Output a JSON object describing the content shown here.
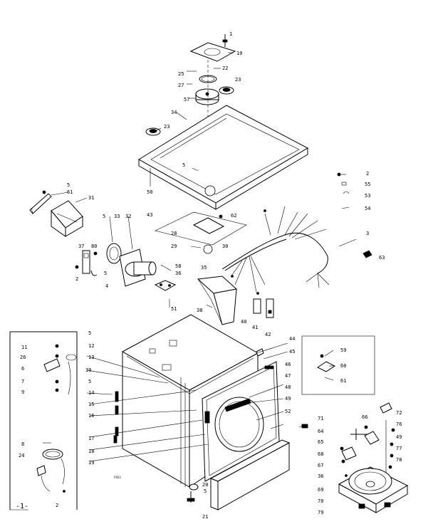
{
  "diagram": {
    "inset_marker": "-1-",
    "small_code": "F853",
    "callouts": {
      "c1": "1",
      "c10": "10",
      "c22": "22",
      "c25": "25",
      "c27": "27",
      "c23a": "23",
      "c57": "57",
      "c34": "34",
      "c23b": "23",
      "c5a": "5",
      "c50": "50",
      "c2a": "2",
      "c55": "55",
      "c53": "53",
      "c54": "54",
      "c5b": "5",
      "c61": "61",
      "c31": "31",
      "c5c": "5",
      "c33": "33",
      "c32": "32",
      "c43": "43",
      "c62": "62",
      "c28": "28",
      "c29": "29",
      "c30": "30",
      "c3": "3",
      "c63": "63",
      "c37": "37",
      "c80": "80",
      "c2b": "2",
      "c4": "4",
      "c5d": "5",
      "c58": "58",
      "c36": "36",
      "c35": "35",
      "c51": "51",
      "c38": "38",
      "c40": "40",
      "c41": "41",
      "c42": "42",
      "i11": "11",
      "i26": "26",
      "i6": "6",
      "i7": "7",
      "i9": "9",
      "i8": "8",
      "i24": "24",
      "i2": "2",
      "c5e": "5",
      "c12": "12",
      "c13": "13",
      "c39": "39",
      "c5f": "5",
      "c14": "14",
      "c15": "15",
      "c16": "16",
      "c17": "17",
      "c18": "18",
      "c19": "19",
      "c20": "20",
      "c5g": "5",
      "c21": "21",
      "c44": "44",
      "c45": "45",
      "c46": "46",
      "c47": "47",
      "c48": "48",
      "c49a": "49",
      "c52": "52",
      "c59": "59",
      "c60": "60",
      "c61b": "61",
      "c71": "71",
      "c66": "66",
      "c72": "72",
      "c76": "76",
      "c49b": "49",
      "c64": "64",
      "c65": "65",
      "c68": "68",
      "c77": "77",
      "c78": "78",
      "c67": "67",
      "c36b": "36",
      "c69": "69",
      "c70": "70",
      "c79": "79"
    }
  }
}
